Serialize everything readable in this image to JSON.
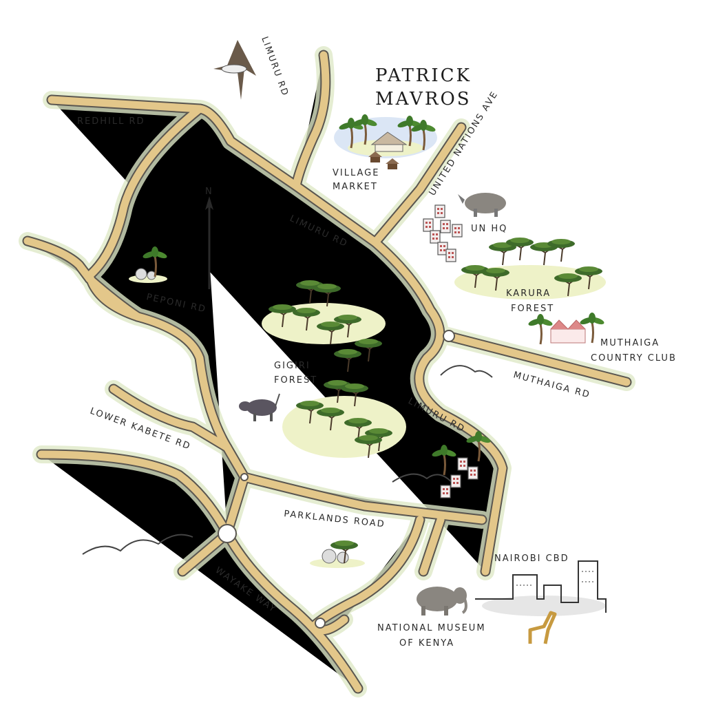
{
  "title": {
    "line1": "PATRICK",
    "line2": "MAVROS"
  },
  "compass": {
    "label": "N"
  },
  "roads": {
    "limuru_top": "LIMURU RD",
    "redhill": "REDHILL RD",
    "united_nations": "UNITED NATIONS AVE",
    "limuru_mid": "LIMURU RD",
    "peponi": "PEPONI RD",
    "muthaiga": "MUTHAIGA RD",
    "limuru_low": "LIMURU RD",
    "lower_kabete": "LOWER KABETE RD",
    "parklands": "PARKLANDS ROAD",
    "wayake": "WAYAKE WAY"
  },
  "places": {
    "village_market": {
      "line1": "VILLAGE",
      "line2": "MARKET"
    },
    "un_hq": "UN HQ",
    "karura": {
      "line1": "KARURA",
      "line2": "FOREST"
    },
    "muthaiga_cc": {
      "line1": "MUTHAIGA",
      "line2": "COUNTRY CLUB"
    },
    "gigiri": {
      "line1": "GIGIRI",
      "line2": "FOREST"
    },
    "nairobi_cbd": "NAIROBI CBD",
    "museum": {
      "line1": "NATIONAL MUSEUM",
      "line2": "OF KENYA"
    }
  },
  "colors": {
    "road": "#e3c78a",
    "road_edge": "#5a5650",
    "halo": "#dfe9c8",
    "tree": "#3e6b2a"
  }
}
